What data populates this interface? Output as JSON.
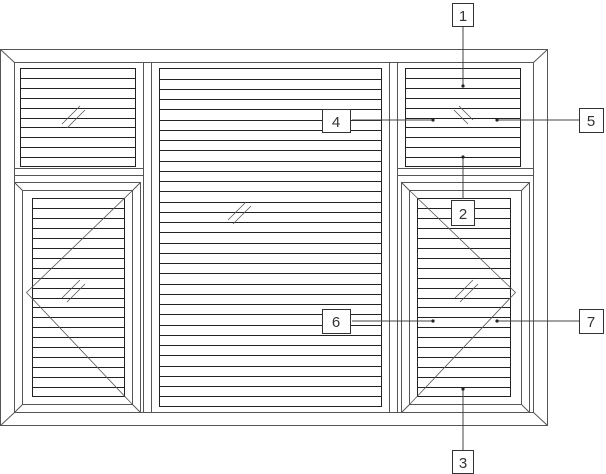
{
  "diagram": {
    "callouts": [
      {
        "id": "c1",
        "label": "1"
      },
      {
        "id": "c2",
        "label": "2"
      },
      {
        "id": "c3",
        "label": "3"
      },
      {
        "id": "c4",
        "label": "4"
      },
      {
        "id": "c5",
        "label": "5"
      },
      {
        "id": "c6",
        "label": "6"
      },
      {
        "id": "c7",
        "label": "7"
      }
    ],
    "colors": {
      "frame_stroke": "#555555",
      "slat_stroke": "#222222",
      "leader_stroke": "#444444",
      "callout_box": "#333333"
    }
  }
}
